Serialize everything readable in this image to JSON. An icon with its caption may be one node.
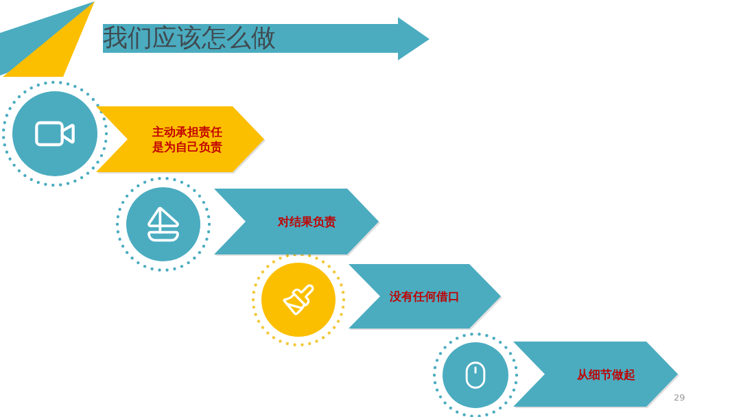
{
  "diagram": {
    "title": "我们应该怎么做",
    "nodes": [
      {
        "text": [
          "主动承担责任是为自己负责"
        ]
      },
      {
        "text": [
          "对结果负责"
        ]
      },
      {
        "text": [
          "没有任何借口"
        ]
      },
      {
        "text": [
          "从细节做起"
        ]
      }
    ],
    "labels": [
      "29"
    ]
  }
}
